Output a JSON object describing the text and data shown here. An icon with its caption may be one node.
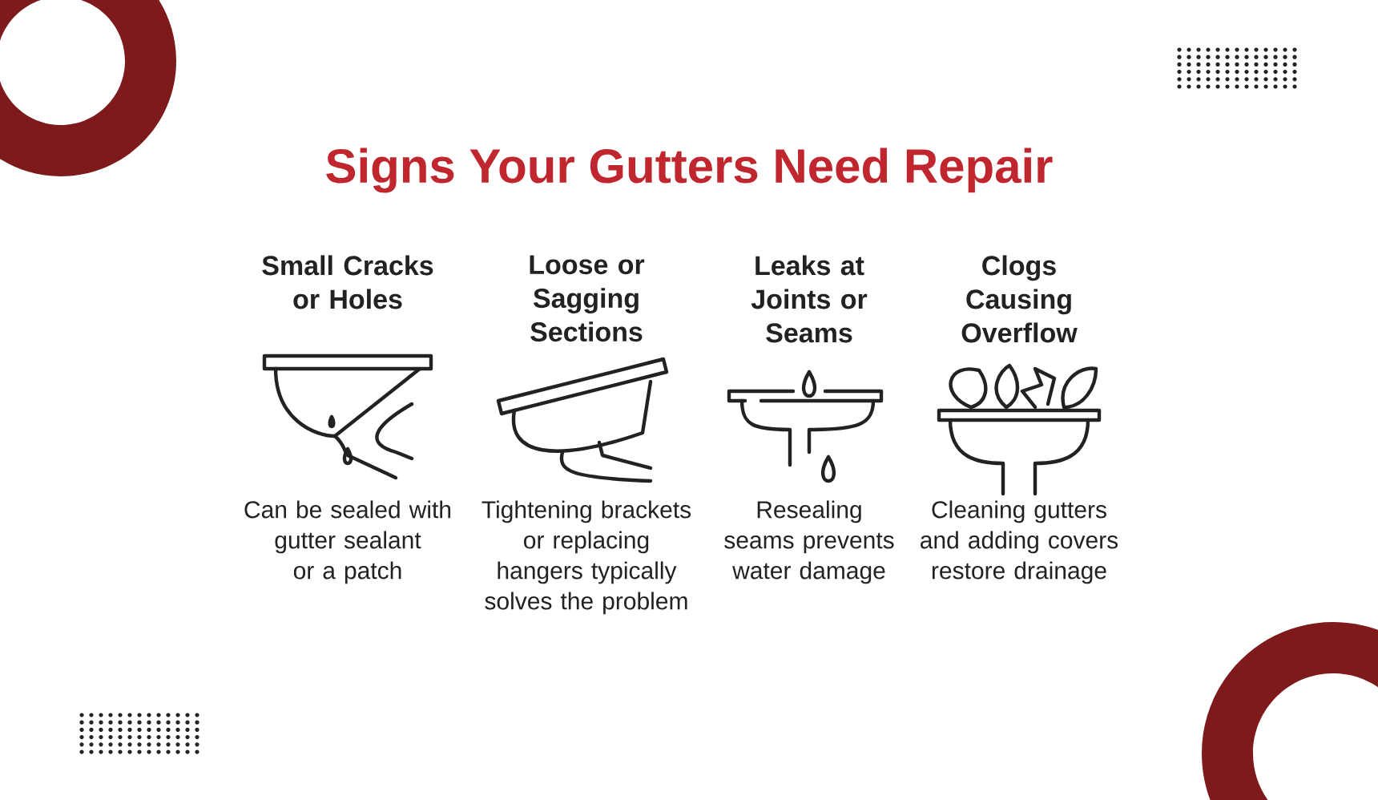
{
  "diagram": {
    "title": "Signs Your Gutters Need Repair",
    "labels": [
      "Small Cracks or Holes",
      "Loose or Sagging Sections",
      "Leaks at Joints or Seams",
      "Clogs Causing Overflow",
      "Can be sealed with gutter sealant or a patch",
      "Tightening brackets or replacing hangers typically solves the problem",
      "Resealing seams prevents water damage",
      "Cleaning gutters and adding covers restore drainage"
    ]
  }
}
